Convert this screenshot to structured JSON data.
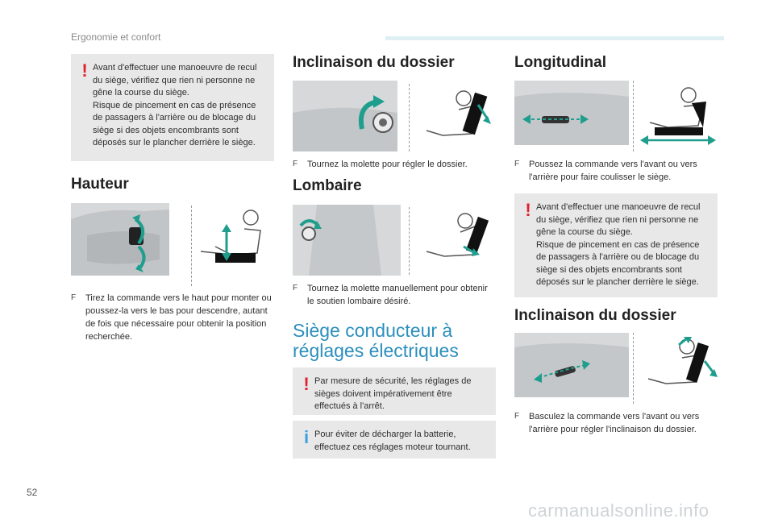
{
  "header": {
    "section": "Ergonomie et confort"
  },
  "page_number": "52",
  "watermark": "carmanualsonline.info",
  "col1": {
    "warning": "Avant d'effectuer une manoeuvre de recul du siège, vérifiez que rien ni personne ne gêne la course du siège.\nRisque de pincement en cas de présence de passagers à l'arrière ou de blocage du siège si des objets encombrants sont déposés sur le plancher derrière le siège.",
    "hauteur_title": "Hauteur",
    "hauteur_bullet": "Tirez la commande vers le haut pour monter ou poussez-la vers le bas pour descendre, autant de fois que nécessaire pour obtenir la position recherchée."
  },
  "col2": {
    "inclinaison_title": "Inclinaison du dossier",
    "inclinaison_bullet": "Tournez la molette pour régler le dossier.",
    "lombaire_title": "Lombaire",
    "lombaire_bullet": "Tournez la molette manuellement pour obtenir le soutien lombaire désiré.",
    "electric_title": "Siège conducteur à\nréglages électriques",
    "warning": "Par mesure de sécurité, les réglages de sièges doivent impérativement être effectués à l'arrêt.",
    "info": "Pour éviter de décharger la batterie, effectuez ces réglages moteur tournant."
  },
  "col3": {
    "longitudinal_title": "Longitudinal",
    "longitudinal_bullet": "Poussez la commande vers l'avant ou vers l'arrière pour faire coulisser le siège.",
    "warning": "Avant d'effectuer une manoeuvre de recul du siège, vérifiez que rien ni personne ne gêne la course du siège.\nRisque de pincement en cas de présence de passagers à l'arrière ou de blocage du siège si des objets encombrants sont déposés sur le plancher derrière le siège.",
    "inclinaison_title": "Inclinaison du dossier",
    "inclinaison_bullet": "Basculez la commande vers l'avant ou vers l'arrière pour régler l'inclinaison du dossier."
  },
  "glyphs": {
    "warning": "!",
    "info": "i",
    "bullet": "F"
  },
  "colors": {
    "accent": "#2c8fbc",
    "warning": "#e0222f",
    "info": "#3a9fe0",
    "arrow": "#1f9e8e",
    "box": "#e8e8e9"
  }
}
